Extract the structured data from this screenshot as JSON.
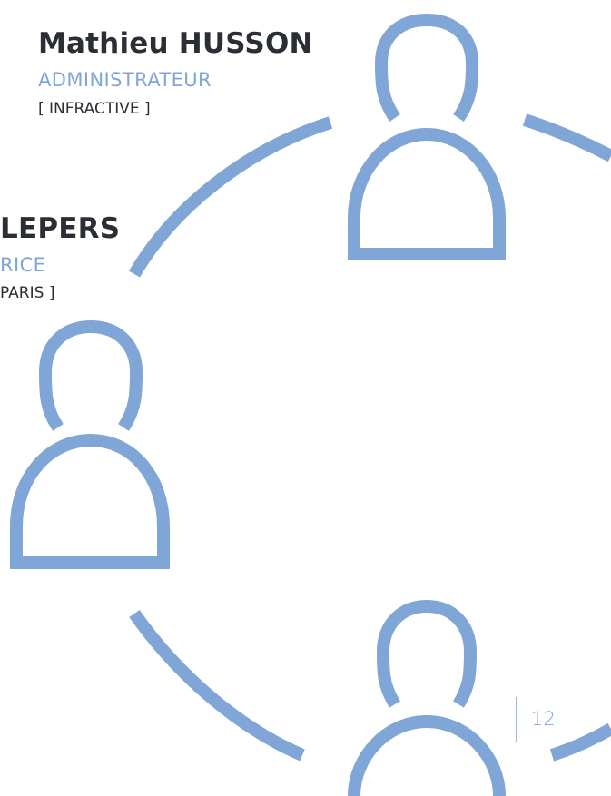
{
  "colors": {
    "accent": "#7fa6d6",
    "text": "#2b2f35",
    "background": "#ffffff"
  },
  "people": [
    {
      "name": "Mathieu HUSSON",
      "role": "ADMINISTRATEUR",
      "company": "[ INFRACTIVE ]"
    },
    {
      "name": "LEPERS",
      "role": "RICE",
      "company": "PARIS ]"
    }
  ],
  "icons": {
    "network_circle": "circle-arc-icon",
    "person": "person-icon"
  },
  "page_number": "12"
}
